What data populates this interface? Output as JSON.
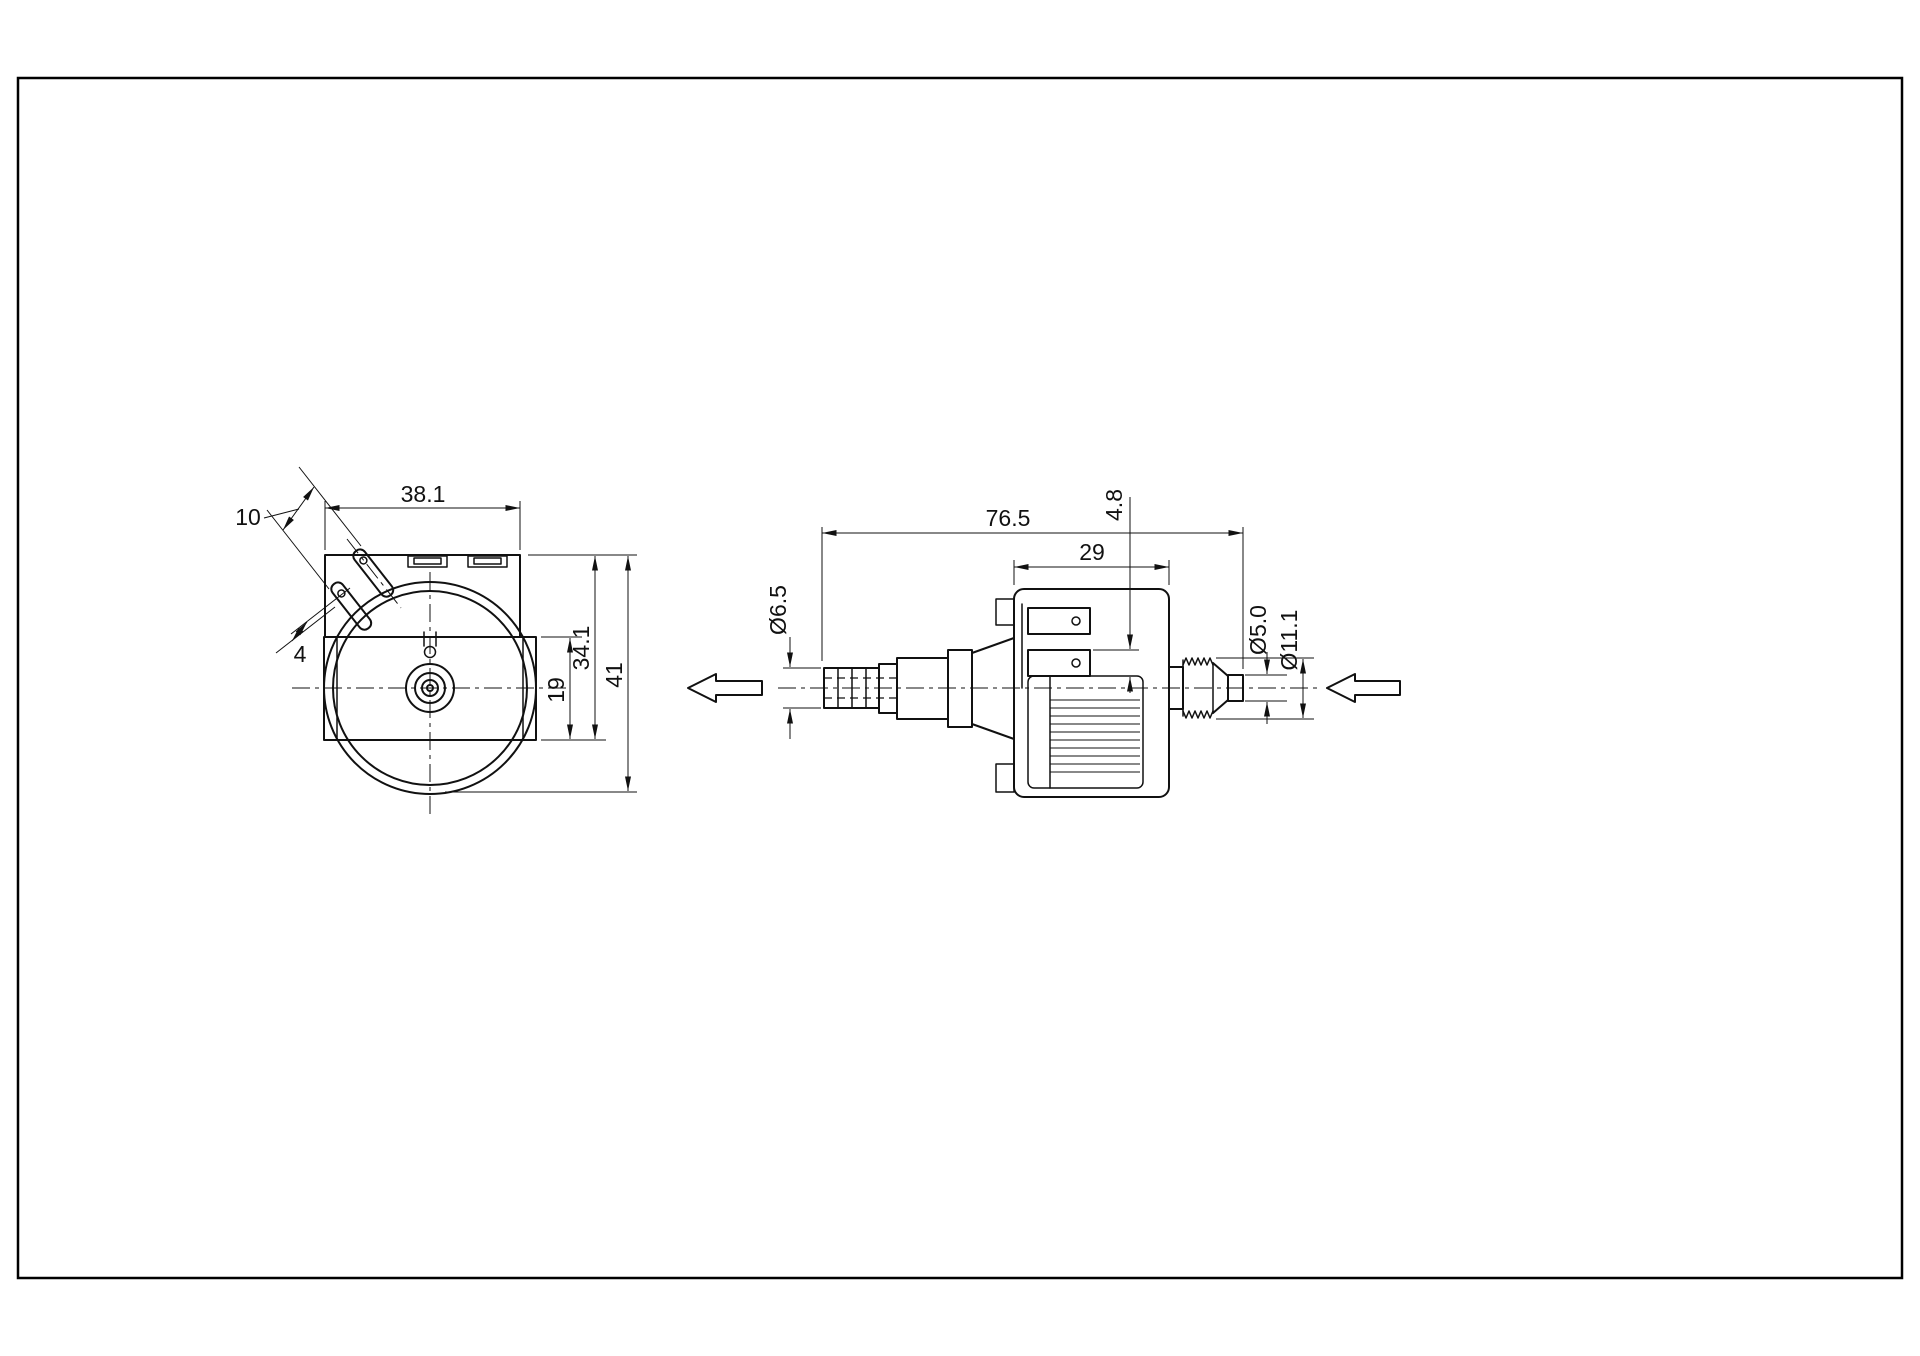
{
  "dimensions": {
    "front": {
      "width": "38.1",
      "terminal_width": "10",
      "terminal_gap": "4",
      "bracket_height": "19",
      "body_height": "34.1",
      "overall_height": "41"
    },
    "side": {
      "overall_length": "76.5",
      "coil_length": "29",
      "terminal_size": "4.8",
      "outlet_barb_diameter": "Ø6.5",
      "inlet_tip_diameter": "Ø5.0",
      "inlet_barb_diameter": "Ø11.1"
    }
  }
}
